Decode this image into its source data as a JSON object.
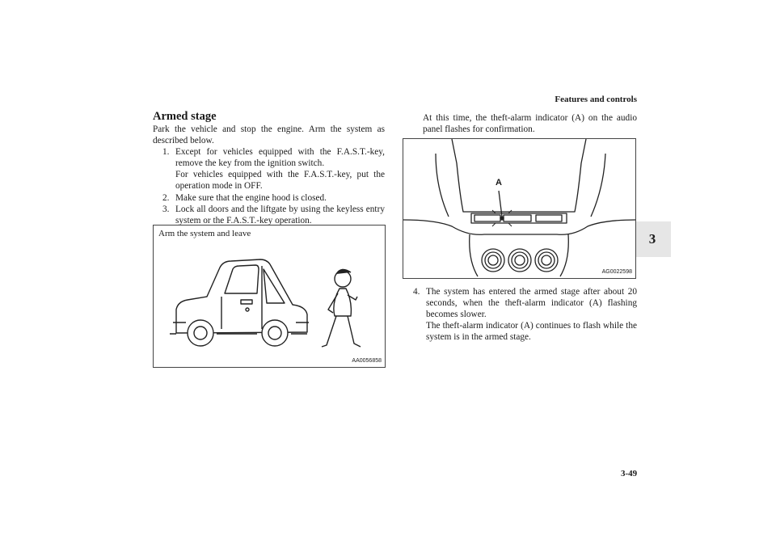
{
  "header": {
    "section_title": "Features and controls"
  },
  "chapter_tab": "3",
  "left_column": {
    "heading": "Armed stage",
    "intro": "Park the vehicle and stop the engine. Arm the system as described below.",
    "steps": [
      {
        "num": "1.",
        "lines": [
          "Except for vehicles equipped with the F.A.S.T.-key, remove the key from the ignition switch.",
          "For vehicles equipped with the F.A.S.T.-key, put the operation mode in OFF."
        ]
      },
      {
        "num": "2.",
        "lines": [
          "Make sure that the engine hood is closed."
        ]
      },
      {
        "num": "3.",
        "lines": [
          "Lock all doors and the liftgate by using the keyless entry system or the F.A.S.T.-key operation."
        ]
      }
    ],
    "figure": {
      "caption": "Arm the system and leave",
      "code": "AA0056858"
    }
  },
  "right_column": {
    "intro": "At this time, the theft-alarm indicator (A) on the audio panel flashes for confirmation.",
    "figure": {
      "callout": "A",
      "code": "AG0022598"
    },
    "steps": [
      {
        "num": "4.",
        "lines": [
          "The system has entered the armed stage after about 20 seconds, when the theft-alarm indicator (A) flashing becomes slower.",
          "The theft-alarm indicator (A) continues to flash while the system is in the armed stage."
        ]
      }
    ]
  },
  "footer": {
    "page_number": "3-49"
  }
}
